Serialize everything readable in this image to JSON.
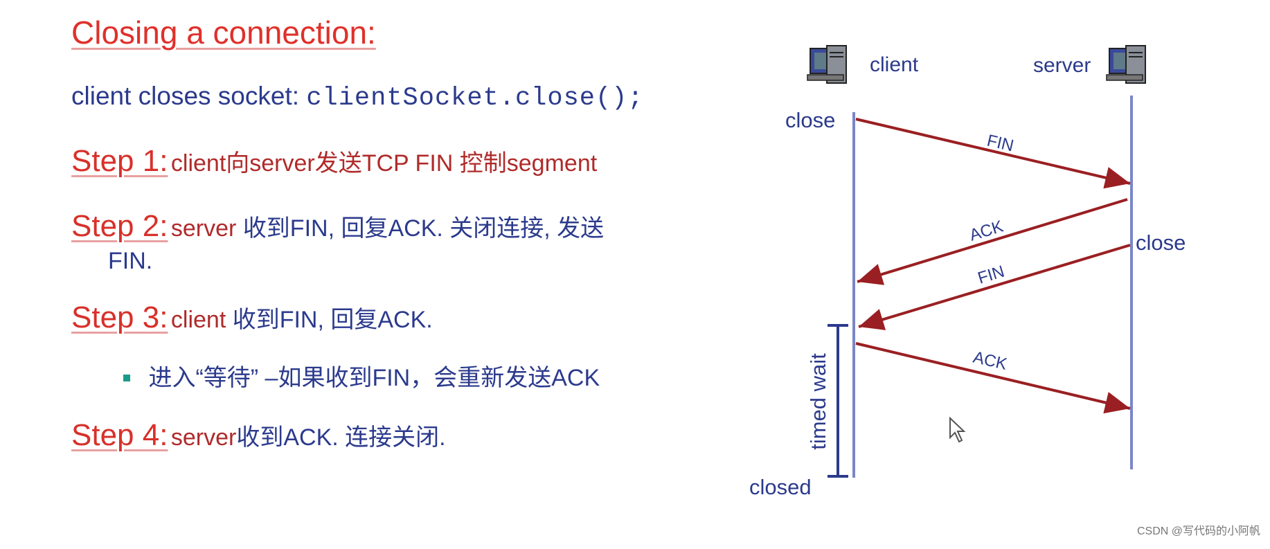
{
  "title": "Closing a connection:",
  "intro": {
    "text": "client closes socket: ",
    "code": "clientSocket.close();"
  },
  "steps": [
    {
      "label": "Step 1:",
      "text_red": "client向server发送TCP FIN 控制segment",
      "text_blue": ""
    },
    {
      "label": "Step 2:",
      "text_red": "server ",
      "text_blue": "收到FIN, 回复ACK. 关闭连接, 发送",
      "continuation": "FIN."
    },
    {
      "label": "Step 3:",
      "text_red": "client ",
      "text_blue": "收到FIN, 回复ACK."
    },
    {
      "label": "Step 4:",
      "text_red": "server",
      "text_blue": "收到ACK. 连接关闭."
    }
  ],
  "bullet": {
    "text": "进入“等待” –如果收到FIN，会重新发送ACK"
  },
  "diagram": {
    "client_label": "client",
    "server_label": "server",
    "client_close": "close",
    "server_close": "close",
    "closed_label": "closed",
    "timed_wait": "timed wait",
    "messages": [
      "FIN",
      "ACK",
      "FIN",
      "ACK"
    ]
  },
  "watermark": "CSDN @写代码的小阿帆",
  "colors": {
    "title": "#e0302a",
    "text_blue": "#2b3a8c",
    "arrow": "#9a1f22",
    "line": "#7a86c8"
  }
}
